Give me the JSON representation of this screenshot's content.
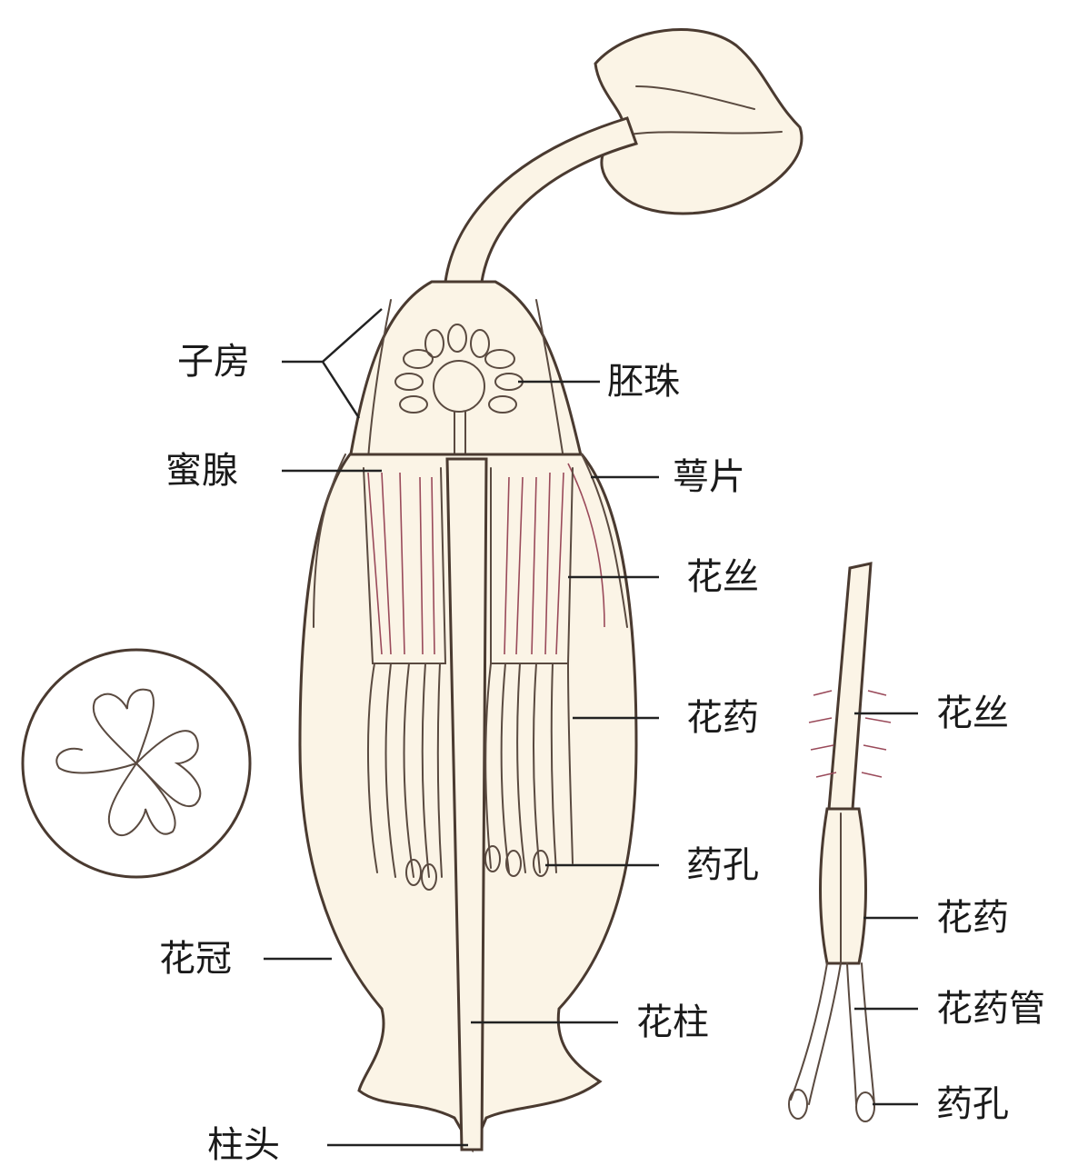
{
  "labels": {
    "ovary": "子房",
    "ovule": "胚珠",
    "nectary": "蜜腺",
    "sepal": "萼片",
    "filament": "花丝",
    "anther": "花药",
    "anther_pore": "药孔",
    "corolla": "花冠",
    "style": "花柱",
    "stigma": "柱头",
    "filament_detail": "花丝",
    "anther_detail": "花药",
    "anther_tube_detail": "花药管",
    "anther_pore_detail": "药孔"
  }
}
